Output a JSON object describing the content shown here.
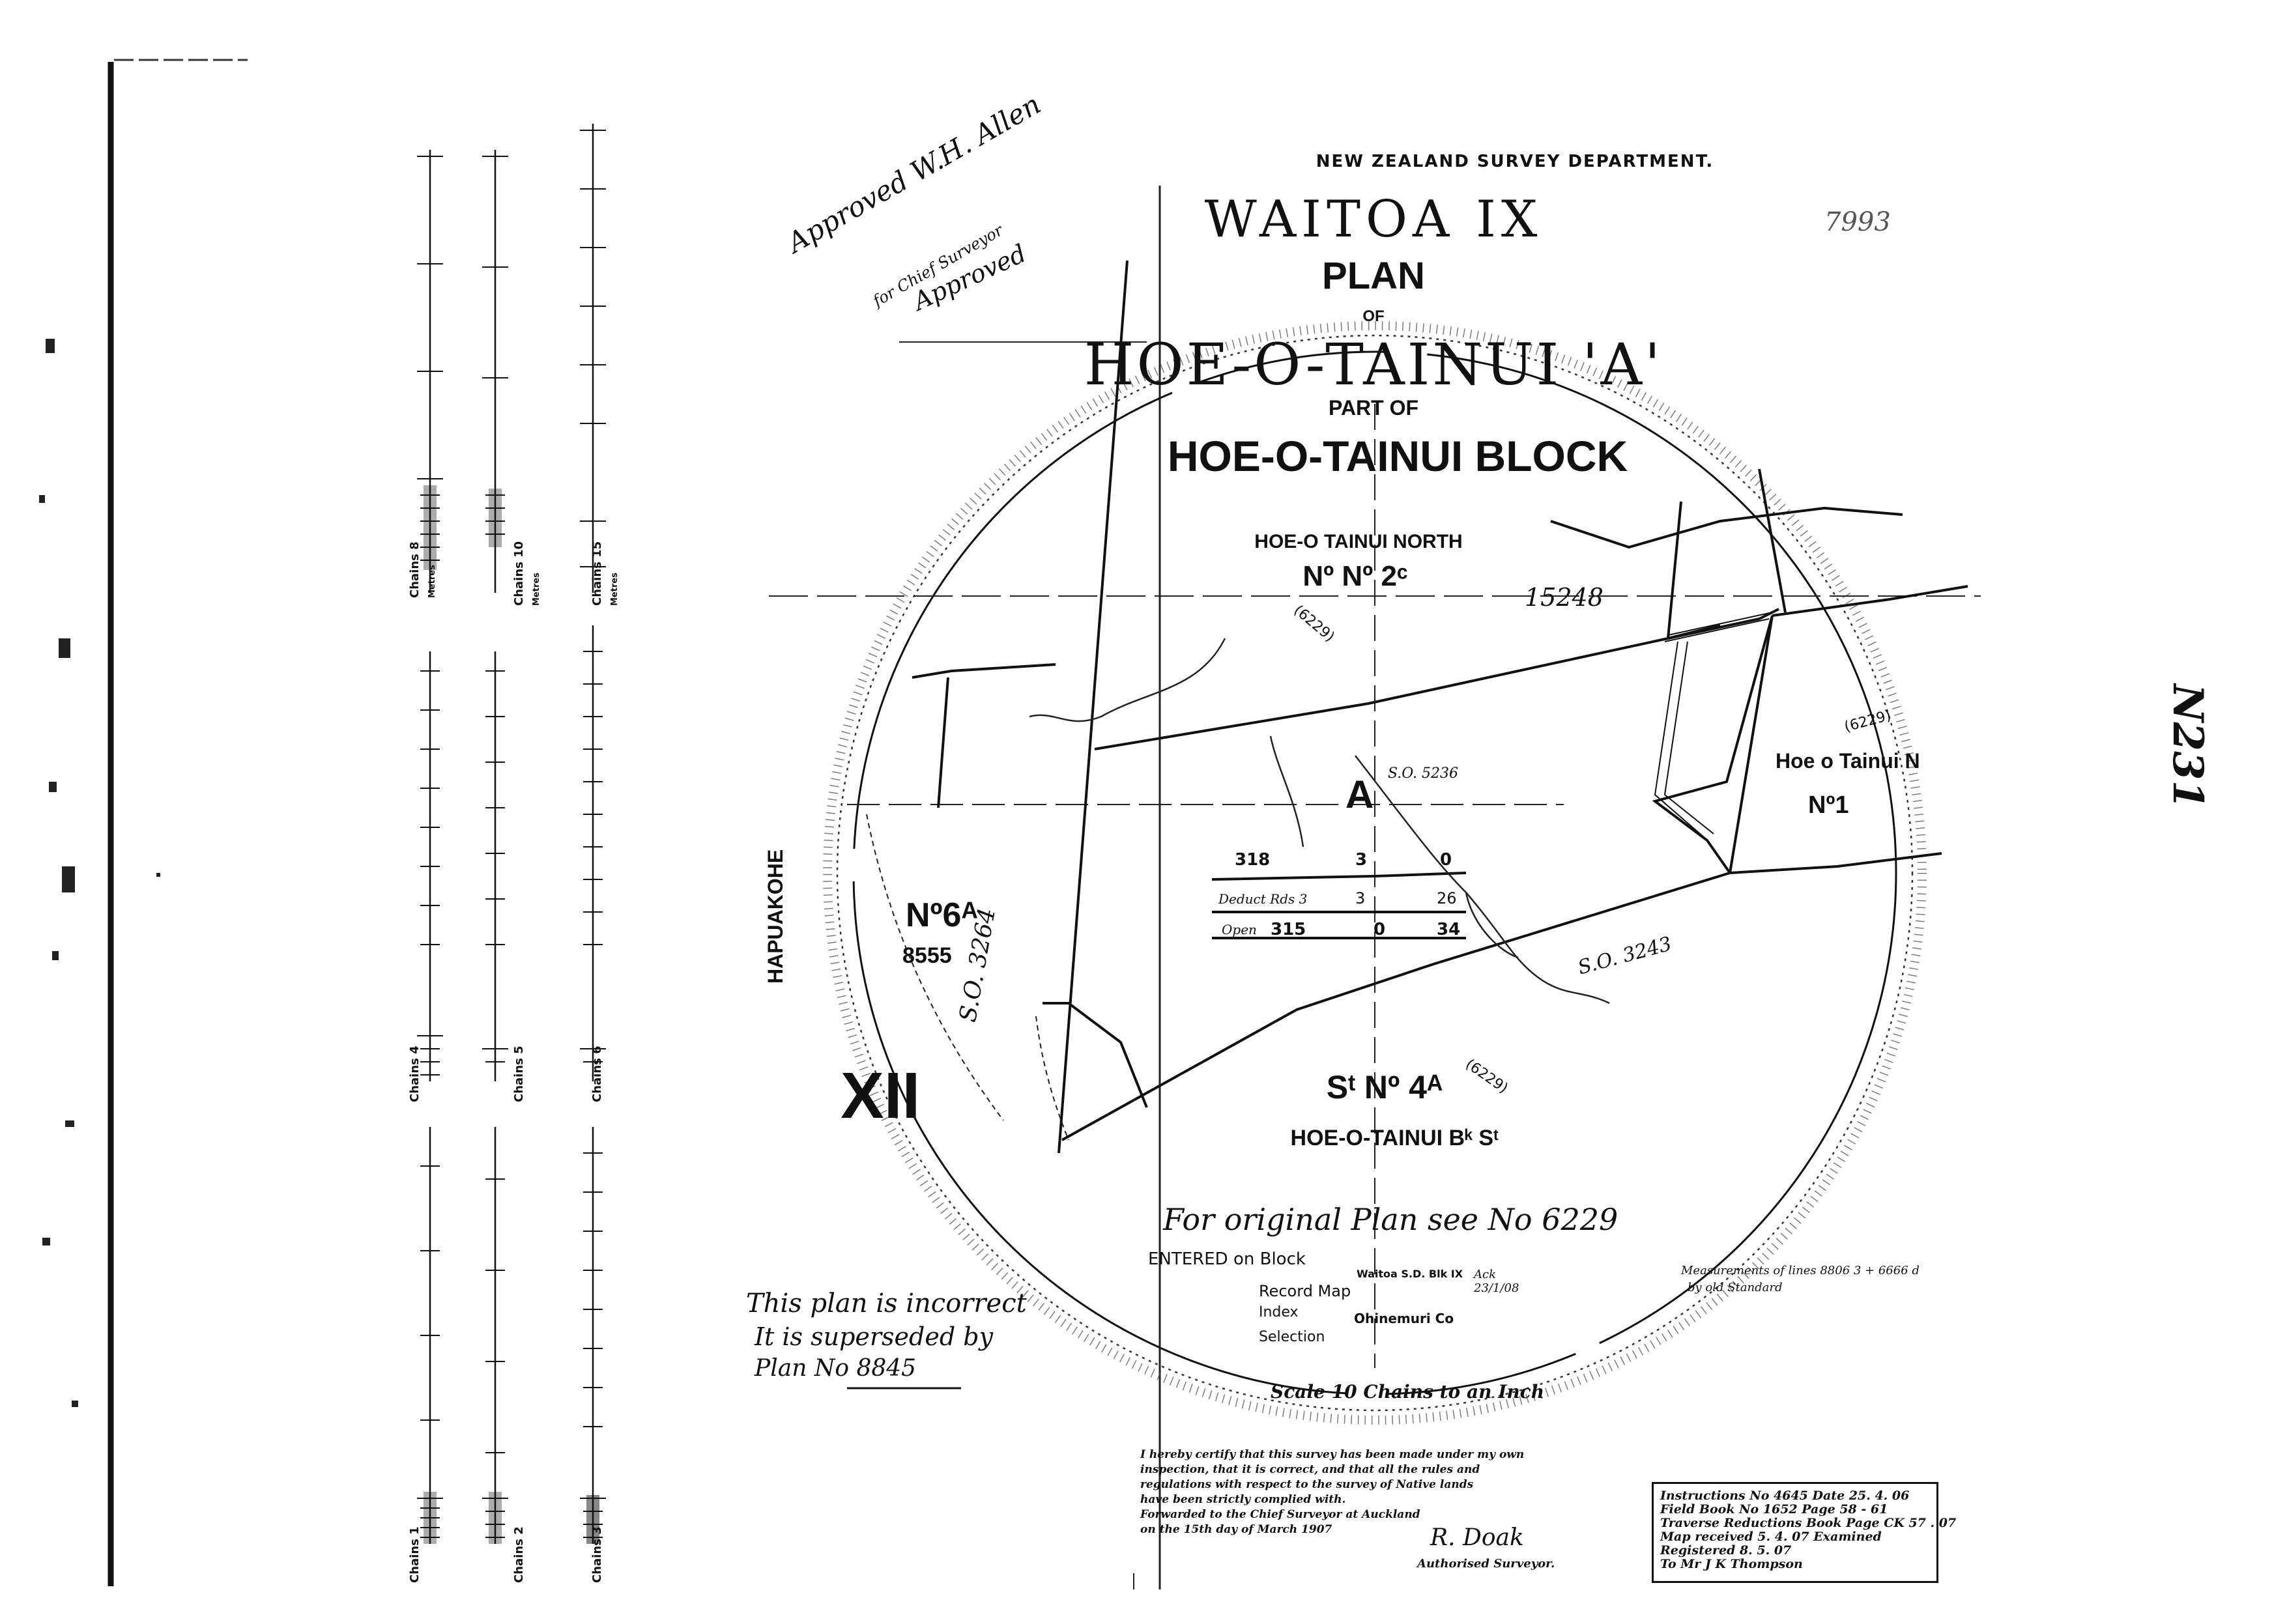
{
  "header": {
    "department": "NEW ZEALAND SURVEY DEPARTMENT.",
    "district": "WAITOA IX",
    "plan_word": "PLAN",
    "of_word": "OF",
    "plan_name": "HOE-O-TAINUI 'A'",
    "part_of": "PART OF",
    "block_name": "HOE-O-TAINUI BLOCK",
    "plan_number": "7993"
  },
  "annotations": {
    "approved_1": "Approved W.H. Allen",
    "approved_1_sub": "for Chief Surveyor",
    "approved_2": "Approved",
    "original_plan": "For original Plan see No 6229",
    "incorrect_note_1": "This plan is incorrect",
    "incorrect_note_2": "It is superseded by",
    "incorrect_note_3": "Plan No 8845",
    "scale": "Scale 10 Chains to an Inch",
    "measurements": "Measurements of lines 8806 3 + 6666 d",
    "standard": "by old Standard",
    "side_number": "N231"
  },
  "parcels": {
    "north_name": "HOE-O TAINUI NORTH",
    "north_no": "Nº Nº 2ᶜ",
    "north_area": "15248",
    "east_name": "Hoe o Tainui N",
    "east_no": "Nº1",
    "east_ref": "(6229)",
    "west_no": "Nº6ᴬ",
    "west_area": "8555",
    "west_name": "HAPUAKOHE",
    "center_label": "A",
    "south_no": "Sᵗ Nº 4ᴬ",
    "south_name": "HOE-O-TAINUI Bᵏ Sᵗ",
    "south_ref": "(6229)",
    "north_ref": "(6229)",
    "roman": "XII",
    "so_west": "S.O. 3264",
    "so_south": "S.O. 3243",
    "so_center": "S.O. 5236"
  },
  "area_table": {
    "row1": [
      "318",
      "3",
      "0"
    ],
    "row2_label": "Deduct Rds 3",
    "row2": [
      "",
      "3",
      "26"
    ],
    "row3": [
      "315",
      "0",
      "34"
    ],
    "open_label": "Open"
  },
  "entered_stamp": {
    "entered": "ENTERED on Block",
    "block_value": "Waitoa S.D. Blk IX",
    "record_map": "Record Map",
    "index": "Index",
    "index_value": "Ohinemuri Co",
    "selection": "Selection",
    "initials": "Ack 23/1/08"
  },
  "certificate": {
    "lines": [
      "I hereby certify that this survey has been made under my own",
      "inspection, that it is correct, and that all the rules and",
      "regulations with respect to the survey of Native lands",
      "have been strictly complied with.",
      "Forwarded to the Chief Surveyor at Auckland",
      "on the 15th day of March 1907"
    ],
    "signature": "R. Doak",
    "role": "Authorised Surveyor."
  },
  "records": {
    "instructions": "Instructions No 4645 Date 25. 4. 06",
    "field_book": "Field Book No 1652 Page 58 - 61",
    "traverse": "Traverse Reductions Book Page CK 57 . 07",
    "map_received": "Map received 5. 4. 07 Examined",
    "registered": "Registered 8. 5. 07",
    "to": "To Mr J K Thompson"
  },
  "scale_bars": {
    "col1": [
      "Chains 8",
      "Chains 4",
      "Chains 1"
    ],
    "col2": [
      "Chains 10",
      "Chains 5",
      "Chains 2"
    ],
    "col3": [
      "Chains 15",
      "Chains 6",
      "Chains 3"
    ],
    "metres": "Metres"
  }
}
